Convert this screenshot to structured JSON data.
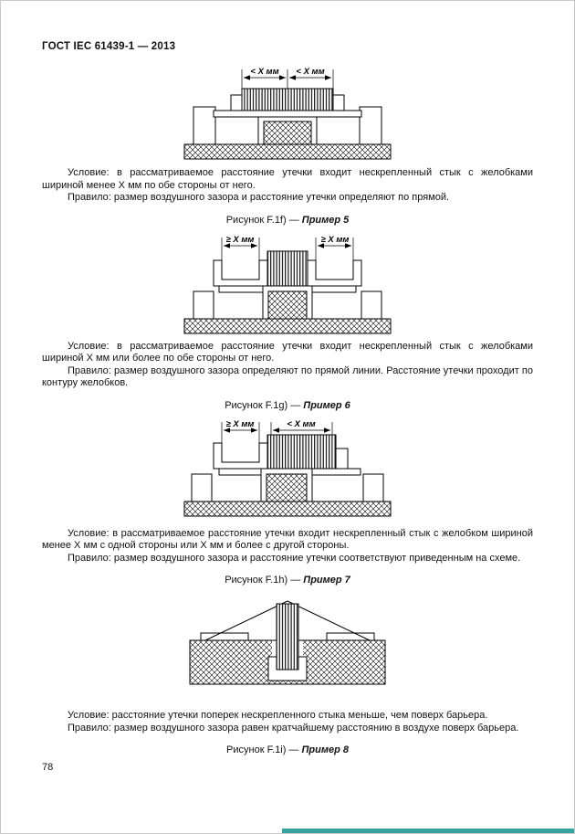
{
  "document": {
    "header": "ГОСТ IEC 61439-1 — 2013",
    "page_number": "78"
  },
  "figures": [
    {
      "dims": [
        "< X мм",
        "< X мм"
      ],
      "condition": "Условие: в рассматриваемое расстояние утечки входит нескрепленный стык с желобками шириной менее X мм по обе стороны от него.",
      "rule": "Правило: размер воздушного зазора и расстояние утечки определяют по прямой.",
      "caption_prefix": "Рисунок F.1f) — ",
      "caption_name": "Пример 5"
    },
    {
      "dims": [
        "≥ X мм",
        "≥ X мм"
      ],
      "condition": "Условие: в рассматриваемое расстояние утечки входит нескрепленный стык с желобками шириной X мм или более по обе стороны от него.",
      "rule": "Правило: размер воздушного зазора определяют по прямой линии. Расстояние утечки проходит по контуру желобков.",
      "caption_prefix": "Рисунок F.1g) — ",
      "caption_name": "Пример 6"
    },
    {
      "dims": [
        "≥ X мм",
        "< X мм"
      ],
      "condition": "Условие: в рассматриваемое расстояние утечки входит нескрепленный стык с желобком шириной менее X мм с одной стороны или X мм и более с другой стороны.",
      "rule": "Правило: размер воздушного зазора и расстояние утечки соответствуют приведенным на схеме.",
      "caption_prefix": "Рисунок F.1h) — ",
      "caption_name": "Пример 7"
    },
    {
      "dims": [],
      "condition": "Условие: расстояние утечки поперек нескрепленного стыка меньше, чем поверх барьера.",
      "rule": "Правило: размер воздушного зазора равен кратчайшему расстоянию в воздухе поверх барьера.",
      "caption_prefix": "Рисунок F.1i) — ",
      "caption_name": "Пример 8"
    }
  ]
}
